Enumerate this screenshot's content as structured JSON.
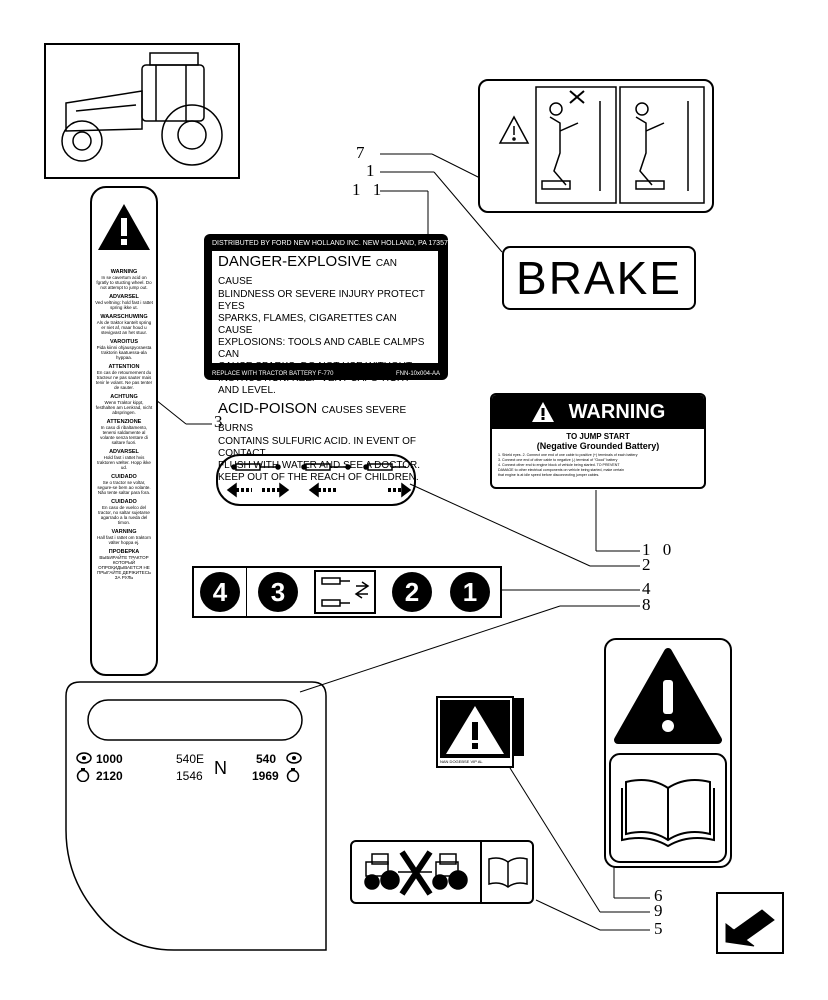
{
  "callouts": {
    "c7": "7",
    "c1": "1",
    "c11": "1 1",
    "c3": "3",
    "c10": "1 0",
    "c2": "2",
    "c4": "4",
    "c8": "8",
    "c6": "6",
    "c9": "9",
    "c5": "5"
  },
  "brake_decal": {
    "text": "BRAKE"
  },
  "battery_decal": {
    "header": "DISTRIBUTED BY FORD NEW HOLLAND INC. NEW HOLLAND, PA 17357",
    "danger_title": "DANGER-EXPLOSIVE",
    "danger_suffix": "CAN CAUSE",
    "danger_lines": [
      "BLINDNESS OR SEVERE INJURY PROTECT EYES",
      "SPARKS, FLAMES, CIGARETTES CAN CAUSE",
      "EXPLOSIONS: TOOLS AND CABLE CALMPS CAN",
      "CAUSE SPARKS, DO NOT USE WITHOUT",
      "INSTRUCTION. KEEP VENT CAPS TIGHT AND LEVEL."
    ],
    "acid_title": "ACID-POISON",
    "acid_suffix": "CAUSES SEVERE BURNS",
    "acid_lines": [
      "CONTAINS SULFURIC ACID. IN EVENT OF CONTACT.",
      "FLUSH WITH WATER AND SEE A DOCTOR.",
      "KEEP OUT OF THE REACH OF CHILDREN."
    ],
    "footer_left": "REPLACE WITH TRACTOR BATTERY F-770",
    "footer_right": "FNN-10x004-AA"
  },
  "warning_decal": {
    "title": "WARNING",
    "line1": "TO JUMP START",
    "line2": "(Negative Grounded Battery)",
    "fine": [
      "1. Shield eyes. 2. Connect one end of one cable to positive (+) terminals of each battery",
      "3. Connect one end of other cable to negative (-) terminal of \"Good\" battery",
      "4. Connect other end to engine block of vehicle being started. TO PREVENT",
      "DAMAGE to other electrical components on vehicle being started, make certain",
      "that engine is at idle speed before disconnecting jumper cables."
    ]
  },
  "multilingual_strip": {
    "sections": [
      {
        "lang": "WARNING",
        "text": "In se cavertum acid on fgratly to stucting wheel. Do not attempt to jump out."
      },
      {
        "lang": "ADVARSEL",
        "text": "Ved veltning: hold fast i rattet spring ikke ut."
      },
      {
        "lang": "WAARSCHUWING",
        "text": "Als de traktor kantelt spring er niet af, maar houd u stevigvast an het stuur."
      },
      {
        "lang": "VAROITUS",
        "text": "Pida kiinni ohjauspyoraesta traktorin kaatuessa-ala hyppaa."
      },
      {
        "lang": "ATTENTION",
        "text": "En cas de retournement du tracteur ne pas sauter mais tenir le volant. Ne pas tenter de sauter."
      },
      {
        "lang": "ACHTUNG",
        "text": "Wenn Traktor kippt, festhalten am Lenkrad, nicht abspringen."
      },
      {
        "lang": "ATTENZIONE",
        "text": "In caso di ribaltamento, tenersi saldamente al volante senza tentare di saltare fuori."
      },
      {
        "lang": "ADVARSEL",
        "text": "Hold fast i rattet hvis traktoren vælter. Hopp ikke ud."
      },
      {
        "lang": "CUIDADO",
        "text": "Se o tractor se voltar, segure-se bem ao volante. Não tente saltar para fora."
      },
      {
        "lang": "CUIDADO",
        "text": "En caso de vuelco del tractor, no saltar sujetarse agarrado a la rueda del timon."
      },
      {
        "lang": "VARNING",
        "text": "Hall fast i rattet om traktorn välter hoppa ej."
      },
      {
        "lang": "ПРОВЕРКА",
        "text": "ВЫБИРАЙТЕ ТРАКТОР КОТОРЫЙ ОПРОКИДЫВАЕТСЯ НЕ ПРЫГАЙТЕ ДЕРЖИТЕСЬ ЗА РУЛЬ"
      }
    ]
  },
  "pto_panel": {
    "left_rpm": "1000",
    "left_engine": "2120",
    "mid_top": "540E",
    "mid_bottom": "1546",
    "neutral": "N",
    "right_rpm": "540",
    "right_engine": "1969"
  },
  "lever_decal": {
    "numbers": [
      "4",
      "3",
      "2",
      "1"
    ]
  },
  "small_warning": {
    "code": "NAN  DOGEBSE  VIP  AL"
  },
  "icons": [
    "tractor-illustration",
    "cab-step-warning-icon",
    "hydraulic-cylinder-icon",
    "warning-triangle-icon",
    "operator-manual-icon",
    "no-towing-icon",
    "navigation-arrow-icon"
  ]
}
